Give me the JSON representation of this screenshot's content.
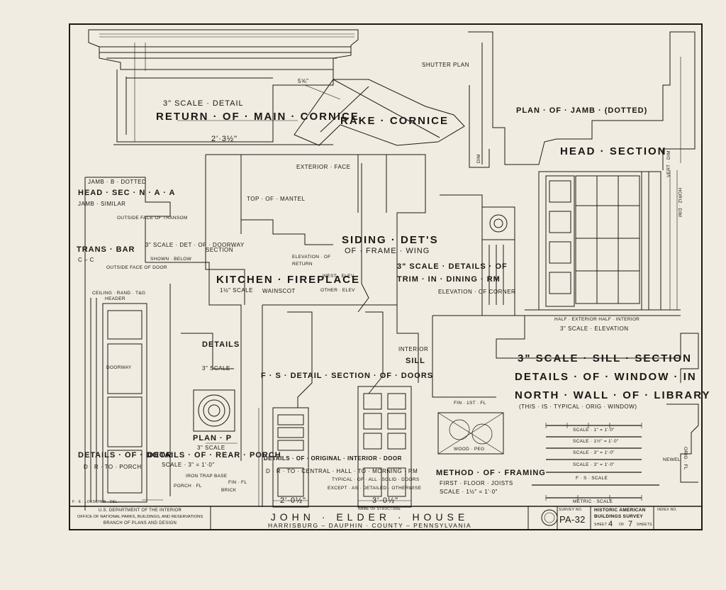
{
  "title_block": {
    "agency_lines": [
      "U.S. DEPARTMENT OF THE INTERIOR",
      "OFFICE OF NATIONAL PARKS, BUILDINGS, AND RESERVATIONS",
      "BRANCH OF PLANS AND DESIGN"
    ],
    "name_of_structure_label": "NAME OF STRUCTURE",
    "structure_name": "JOHN · ELDER · HOUSE",
    "location": "HARRISBURG – DAUPHIN · COUNTY – PENNSYLVANIA",
    "survey_no_label": "SURVEY NO.",
    "survey_no": "PA-32",
    "habs_lines": [
      "HISTORIC AMERICAN",
      "BUILDINGS SURVEY"
    ],
    "sheet_label": "SHEET",
    "sheet_no": "4",
    "of_label": "OF",
    "sheet_total": "7",
    "sheets_label": "SHEETS",
    "index_label": "INDEX NO.",
    "delineator": "F · E · LOESCHER · DEL ·"
  },
  "drawing_labels": {
    "cornice_title_1": "3\" SCALE · DETAIL",
    "cornice_title_2": "RETURN · OF · MAIN · CORNICE",
    "cornice_width": "2'·3½\"",
    "cornice_dim": "5⅝\"",
    "rake_cornice": "RAKE · CORNICE",
    "shutter_plan": "SHUTTER PLAN",
    "plan_of_jamb": "PLAN · OF · JAMB · (DOTTED)",
    "head_section": "HEAD · SECTION",
    "vert_dim": "VERT · DIM",
    "horiz_dim": "HORIZ · DIM",
    "dim": "DIM",
    "jamb_dotted": "JAMB · B · DOTTED",
    "head_sec": "HEAD · SEC · N · A · A",
    "jamb_similar": "JAMB · SIMILAR",
    "outside_face_transom": "OUTSIDE FACE OF TRANSOM",
    "trans_bar": "TRANS · BAR",
    "c_c": "C – C",
    "scale_detail_doorway": "3\" SCALE · DET · OF · DOORWAY",
    "shown_below": "SHOWN · BELOW",
    "section": "SECTION",
    "outside_face_door": "OUTSIDE FACE OF DOOR",
    "exterior_face": "EXTERIOR · FACE",
    "top_of_mantel": "TOP · OF · MANTEL",
    "elevation_of_return": "ELEVATION · OF RETURN",
    "kitchen_fireplace": "KITCHEN · FIREPLACE",
    "half_scale": "1½\" SCALE",
    "wainscot": "WAINSCOT",
    "siding_details": "SIDING · DET'S",
    "of_frame_wing": "OF · FRAME · WING",
    "west_elev": "WEST · ELEV",
    "other_elev": "OTHER · ELEV",
    "trim_title_1": "3\" SCALE · DETAILS · OF",
    "trim_title_2": "TRIM · IN · DINING · RM",
    "elevation_of_corner": "ELEVATION · OF CORNER",
    "half_exterior": "HALF · EXTERIOR   HALF · INTERIOR",
    "scale_elevation": "3\" SCALE · ELEVATION",
    "interior": "INTERIOR",
    "sill": "SILL",
    "sill_section": "3\" SCALE · SILL · SECTION",
    "details_of_window": "DETAILS · OF · WINDOW · IN",
    "north_wall": "NORTH · WALL · OF · LIBRARY",
    "typical_window": "(THIS · IS · TYPICAL · ORIG · WINDOW)",
    "ceiling": "CEILING · RAND · T&G",
    "header": "HEADER",
    "doorway": "DOORWAY",
    "details_label": "DETAILS",
    "scale_3": "3\" SCALE",
    "plan_p": "PLAN · P",
    "fs_detail_section": "F · S · DETAIL · SECTION · OF · DOORS",
    "details_door_1": "DETAILS · OF · DOOR",
    "details_door_2": "D · R · TO · PORCH",
    "details_rear_porch_1": "DETAILS · OF · REAR · PORCH",
    "details_rear_porch_2": "SCALE · 3\" = 1'·0\"",
    "iron_trap_base": "IRON TRAP BASE",
    "porch_fl": "PORCH · FL",
    "fin_fl": "FIN · FL",
    "brick": "BRICK",
    "original_interior_door": "DETAILS · OF · ORIGINAL · INTERIOR · DOOR",
    "door_central_hall": "D · R · TO · CENTRAL · HALL · TO · MORNING · RM",
    "typical_of_all": "TYPICAL · OF · ALL · SOLID · DOORS",
    "except_as_detailed": "EXCEPT · AS · DETAILED · OTHERWISE",
    "door_width_1": "2'·0½\"",
    "door_width_2": "3'·0½\"",
    "fin_first_fl": "FIN · 1ST · FL",
    "wood_peg": "WOOD · PEG",
    "method_of_framing": "METHOD · OF · FRAMING",
    "first_floor_joists": "FIRST · FLOOR · JOISTS",
    "scale_half": "SCALE · 1½\" = 1'·0\"",
    "scale_bars": [
      "SCALE · 1\" = 1'·0\"",
      "SCALE · 1½\" = 1'·0\"",
      "SCALE · 3\" = 1'·0\"",
      "SCALE · 3\" = 1'·0\"",
      "F · S · SCALE",
      "METRIC · SCALE"
    ],
    "newel": "NEWEL",
    "orig_fl": "ORIG · FL"
  }
}
